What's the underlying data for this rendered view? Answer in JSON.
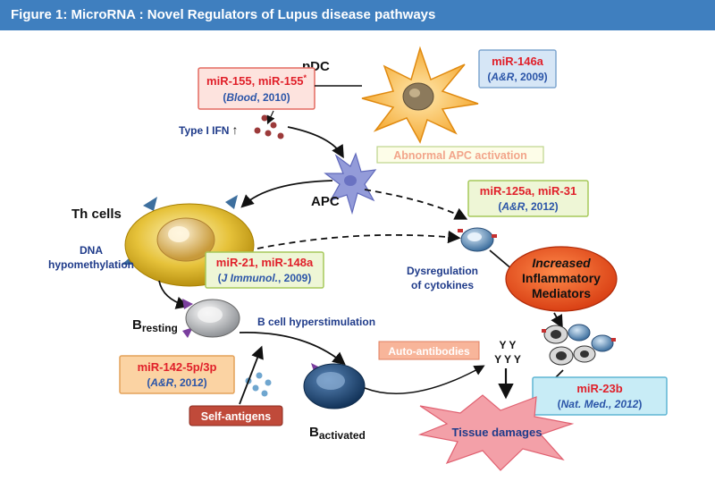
{
  "figure_title": "Figure 1: MicroRNA : Novel Regulators of Lupus disease pathways",
  "colors": {
    "header": "#3f7fbf",
    "mirna_red": "#e0202a",
    "citation_blue": "#2b55a8",
    "label_navy": "#1f3b8a"
  },
  "labels": {
    "pdc": "pDC",
    "type1_ifn": "Type I IFN",
    "up_arrow": "↑",
    "apc": "APC",
    "abnormal_apc": "Abnormal APC activation",
    "th_cells": "Th cells",
    "dna_line1": "DNA",
    "dna_line2": "hypomethylation",
    "dysreg_line1": "Dysregulation",
    "dysreg_line2": "of cytokines",
    "increased": "Increased",
    "inflammatory": "Inflammatory",
    "mediators": "Mediators",
    "b_letter": "B",
    "resting": "resting",
    "activated": "activated",
    "b_hyper": "B cell hyperstimulation",
    "auto_antibodies": "Auto-antibodies",
    "self_antigens": "Self-antigens",
    "tissue_damages": "Tissue damages",
    "yy_top": "Y Y",
    "yy_bottom": "Y Y Y"
  },
  "boxes": {
    "mir155": {
      "mirna": "miR-155, miR-155",
      "star": "*",
      "journal": "Blood",
      "year": ", 2010)"
    },
    "mir146a": {
      "mirna": "miR-146a",
      "journal": "A&R",
      "year": ", 2009)"
    },
    "mir125a": {
      "mirna": "miR-125a, miR-31",
      "journal": "A&R",
      "year": ", 2012)"
    },
    "mir21": {
      "mirna": "miR-21, miR-148a",
      "journal": "J Immunol.",
      "year": ", 2009)"
    },
    "mir142": {
      "mirna": "miR-142-5p/3p",
      "journal": "A&R",
      "year": ", 2012)"
    },
    "mir23b": {
      "mirna": "miR-23b",
      "journal": "Nat. Med., 2012",
      "year": ")"
    }
  },
  "open_paren": "("
}
